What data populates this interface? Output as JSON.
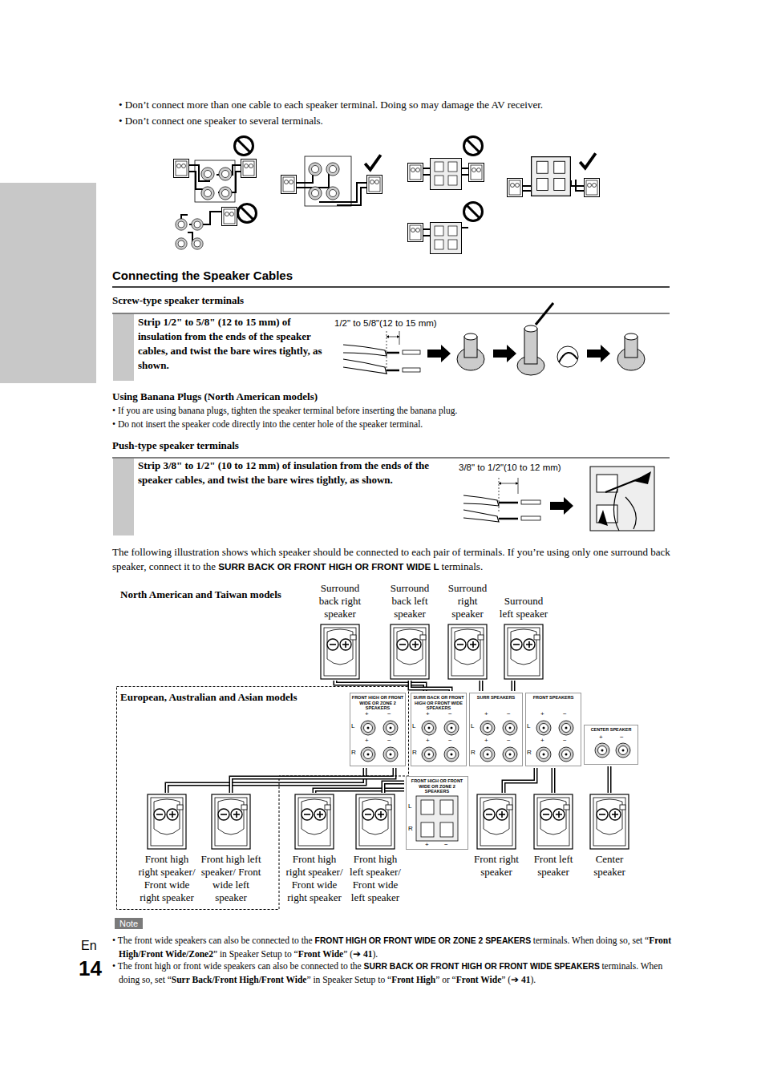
{
  "diagram": {
    "title": "Connecting the Speaker Cables",
    "nodes": [
      {
        "text": [
          "Surround back right speaker"
        ]
      },
      {
        "text": [
          "Surround back left speaker"
        ]
      },
      {
        "text": [
          "Surround right speaker"
        ]
      },
      {
        "text": [
          "Surround left speaker"
        ]
      },
      {
        "text": [
          "European, Australian and Asian models"
        ]
      },
      {
        "text": [
          "FRONT HIGH OR FRONT WIDE OR ZONE 2 SPEAKERS"
        ],
        "in": 4
      },
      {
        "text": [
          "SURR BACK OR FRONT HIGH OR FRONT WIDE SPEAKERS"
        ]
      },
      {
        "text": [
          "SURR SPEAKERS"
        ]
      },
      {
        "text": [
          "FRONT SPEAKERS"
        ]
      },
      {
        "text": [
          "CENTER SPEAKER"
        ]
      },
      {
        "text": [
          "FRONT HIGH OR FRONT WIDE OR ZONE 2 SPEAKERS"
        ]
      },
      {
        "text": [
          "Front high right speaker/ Front wide right speaker"
        ],
        "in": 4
      },
      {
        "text": [
          "Front high left speaker/ Front wide left speaker"
        ],
        "in": 4
      },
      {
        "text": [
          "Front high right speaker/ Front wide right speaker"
        ]
      },
      {
        "text": [
          "Front high left speaker/ Front wide left speaker"
        ]
      },
      {
        "text": [
          "Front right speaker"
        ]
      },
      {
        "text": [
          "Front left speaker"
        ]
      },
      {
        "text": [
          "Center speaker"
        ]
      }
    ],
    "edges": [
      {
        "from": 0,
        "to": 6,
        "arrow": "none"
      },
      {
        "from": 1,
        "to": 6,
        "arrow": "none"
      },
      {
        "from": 2,
        "to": 7,
        "arrow": "none"
      },
      {
        "from": 3,
        "to": 7,
        "arrow": "none"
      },
      {
        "from": 11,
        "to": 5,
        "arrow": "none"
      },
      {
        "from": 12,
        "to": 5,
        "arrow": "none"
      },
      {
        "from": 13,
        "to": 10,
        "arrow": "none"
      },
      {
        "from": 14,
        "to": 10,
        "arrow": "none"
      },
      {
        "from": 15,
        "to": 8,
        "arrow": "none"
      },
      {
        "from": 16,
        "to": 8,
        "arrow": "none"
      },
      {
        "from": 17,
        "to": 9,
        "arrow": "none"
      }
    ],
    "labels": [
      "• Don’t connect more than one cable to each speaker terminal. Doing so may damage the AV receiver.",
      "• Don’t connect one speaker to several terminals.",
      "Screw-type speaker terminals",
      "Strip 1/2\" to 5/8\" (12 to 15 mm) of insulation from the ends of the speaker cables, and twist the bare wires tightly, as shown.",
      "1/2\" to 5/8\"(12 to 15 mm)",
      "Using Banana Plugs (North American models)",
      "• If you are using banana plugs, tighten the speaker terminal before inserting the banana plug.",
      "• Do not insert the speaker code directly into the center hole of the speaker terminal.",
      "Push-type speaker terminals",
      "Strip 3/8\" to 1/2\" (10 to 12 mm) of insulation from the ends of the speaker cables, and twist the bare wires tightly, as shown.",
      "3/8\" to 1/2\"(10 to 12 mm)",
      "The following illustration shows which speaker should be connected to each pair of terminals. If you’re using only one surround back speaker, connect it to the",
      "SURR BACK OR FRONT HIGH OR FRONT WIDE L",
      "terminals.",
      "North American and Taiwan models",
      "Note",
      "• The front wide speakers can also be connected to the",
      "FRONT HIGH OR FRONT WIDE OR ZONE 2 SPEAKERS",
      "terminals. When doing so, set “",
      "Front High/Front Wide/Zone2",
      "” in Speaker Setup to “",
      "Front Wide",
      "” (➔",
      "41",
      ").",
      "• The front high or front wide speakers can also be connected to the",
      "SURR BACK OR FRONT HIGH OR FRONT WIDE SPEAKERS",
      "terminals. When doing so, set “",
      "Surr Back/Front High/Front Wide",
      "” in Speaker Setup to “",
      "Front High",
      "” or “",
      "Front Wide",
      "” (➔",
      "41",
      ").",
      "En",
      "14",
      "L",
      "R",
      "+",
      "−",
      "+",
      "−",
      "L",
      "R",
      "+",
      "−",
      "+",
      "−",
      "L",
      "R",
      "+",
      "−",
      "+",
      "−",
      "L",
      "R",
      "+",
      "−",
      "+",
      "−",
      "+",
      "−",
      "L",
      "R",
      "+",
      "−"
    ]
  }
}
